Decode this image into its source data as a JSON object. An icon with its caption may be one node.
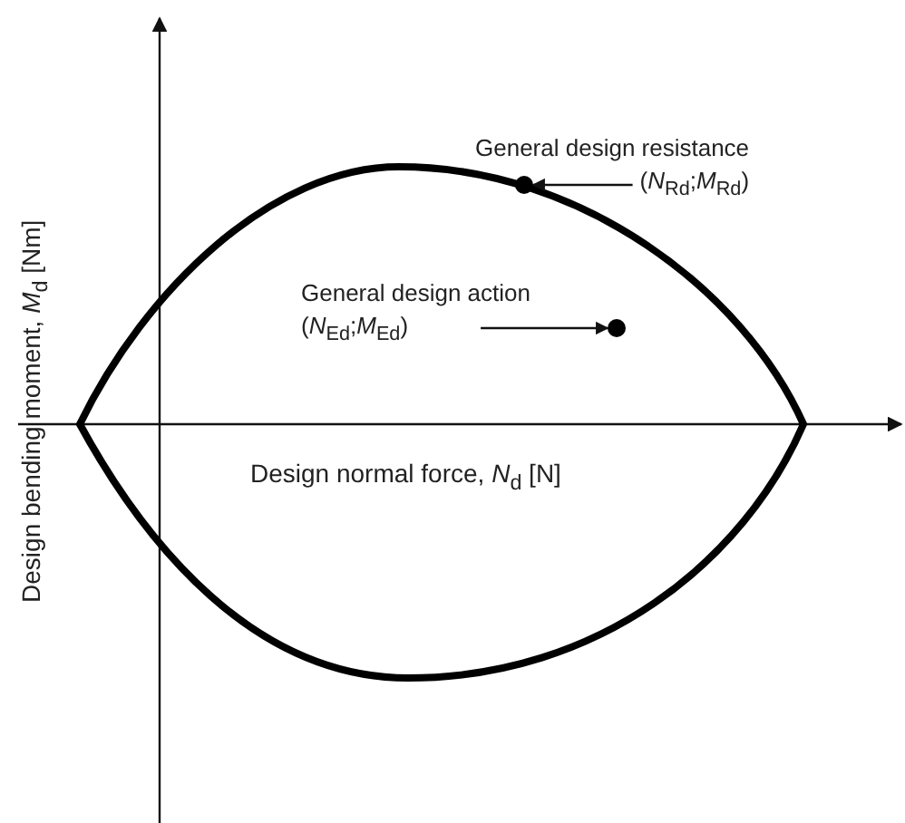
{
  "diagram": {
    "nodes": [
      {
        "text": [
          "General design resistance",
          "(*N*$_{Rd}$;*M*$_{Rd}$)"
        ]
      },
      {
        "text": [],
        "shape": "circle"
      },
      {
        "text": [
          "General design action",
          "(*N*$_{Ed}$;*M*$_{Ed}$)"
        ]
      },
      {
        "text": [],
        "shape": "circle"
      }
    ],
    "edges": [
      {
        "from": 0,
        "to": 1,
        "arrow": "to"
      },
      {
        "from": 2,
        "to": 3,
        "arrow": "to"
      }
    ],
    "labels": [
      "Design bending moment, *M*$_{d}$ [Nm]",
      "Design normal force, *N*$_{d}$ [N]"
    ]
  }
}
